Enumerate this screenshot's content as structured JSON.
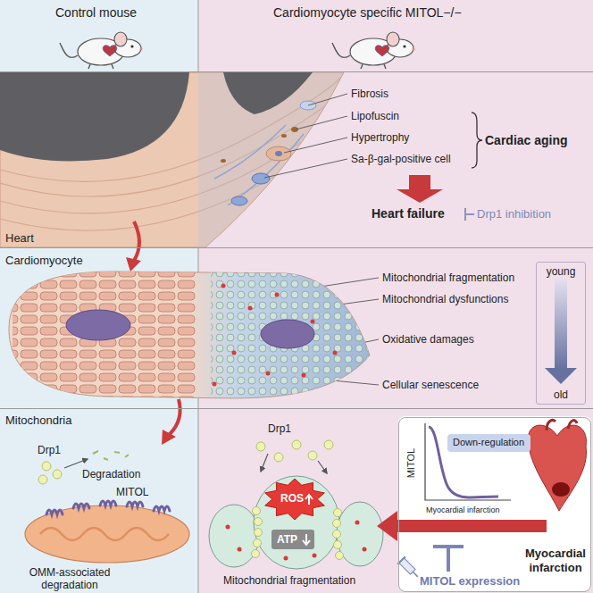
{
  "diagram": {
    "nodes": [
      {
        "text": [
          "Heart"
        ]
      },
      {
        "text": [
          "Cardiomyocyte"
        ]
      },
      {
        "text": [
          "young",
          "old"
        ],
        "in": 1
      },
      {
        "text": [
          "Mitochondria"
        ]
      },
      {
        "text": [
          "ROS"
        ],
        "in": 3
      },
      {
        "text": [
          "ATP"
        ],
        "in": 3
      },
      {
        "text": [
          "MITOL",
          "Myocardial infarction",
          "Myocardial infarction"
        ],
        "in": 3
      },
      {
        "text": [
          "Down-regulation"
        ],
        "in": 6
      }
    ],
    "labels": [
      "Control mouse",
      "Cardiomyocyte specific MITOL−/−",
      "Fibrosis",
      "Lipofuscin",
      "Hypertrophy",
      "Sa-β-gal-positive cell",
      "Cardiac aging",
      "Heart failure",
      "Drp1 inhibition",
      "Mitochondrial fragmentation",
      "Mitochondrial dysfunctions",
      "Oxidative damages",
      "Cellular senescence",
      "Drp1",
      "Degradation",
      "MITOL",
      "OMM-associated degradation",
      "Drp1",
      "Mitochondrial fragmentation",
      "MITOL expression"
    ]
  }
}
